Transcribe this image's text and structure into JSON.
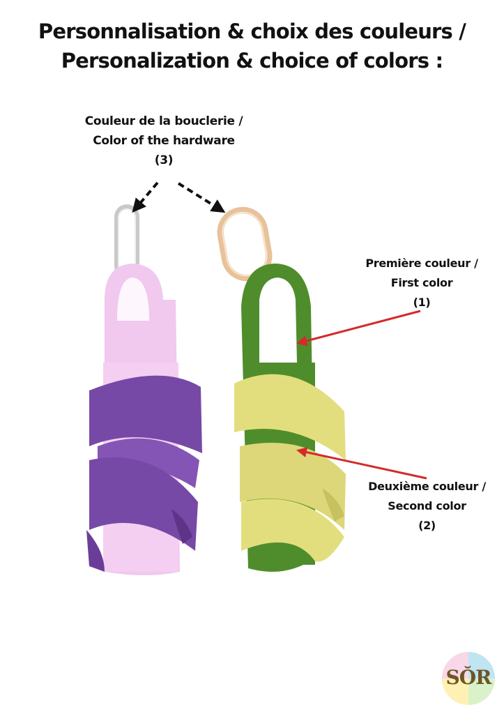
{
  "heading": {
    "line1": "Personnalisation & choix des couleurs /",
    "line2": "Personalization & choice of colors :"
  },
  "labels": {
    "hardware": {
      "line1": "Couleur de la bouclerie /",
      "line2": "Color of the hardware",
      "number": "(3)"
    },
    "first": {
      "line1": "Première couleur /",
      "line2": "First color",
      "number": "(1)"
    },
    "second": {
      "line1": "Deuxième couleur /",
      "line2": "Second color",
      "number": "(2)"
    }
  },
  "logo": {
    "text": "SŎR"
  },
  "colors": {
    "arrow_red": "#d42a2a",
    "arrow_black": "#111111",
    "lilac": "#f1c8ee",
    "purple": "#7649a6",
    "green": "#4f8d2c",
    "yellow": "#e3de7d",
    "silver": "#c9c9c9",
    "gold": "#e8c29a"
  }
}
